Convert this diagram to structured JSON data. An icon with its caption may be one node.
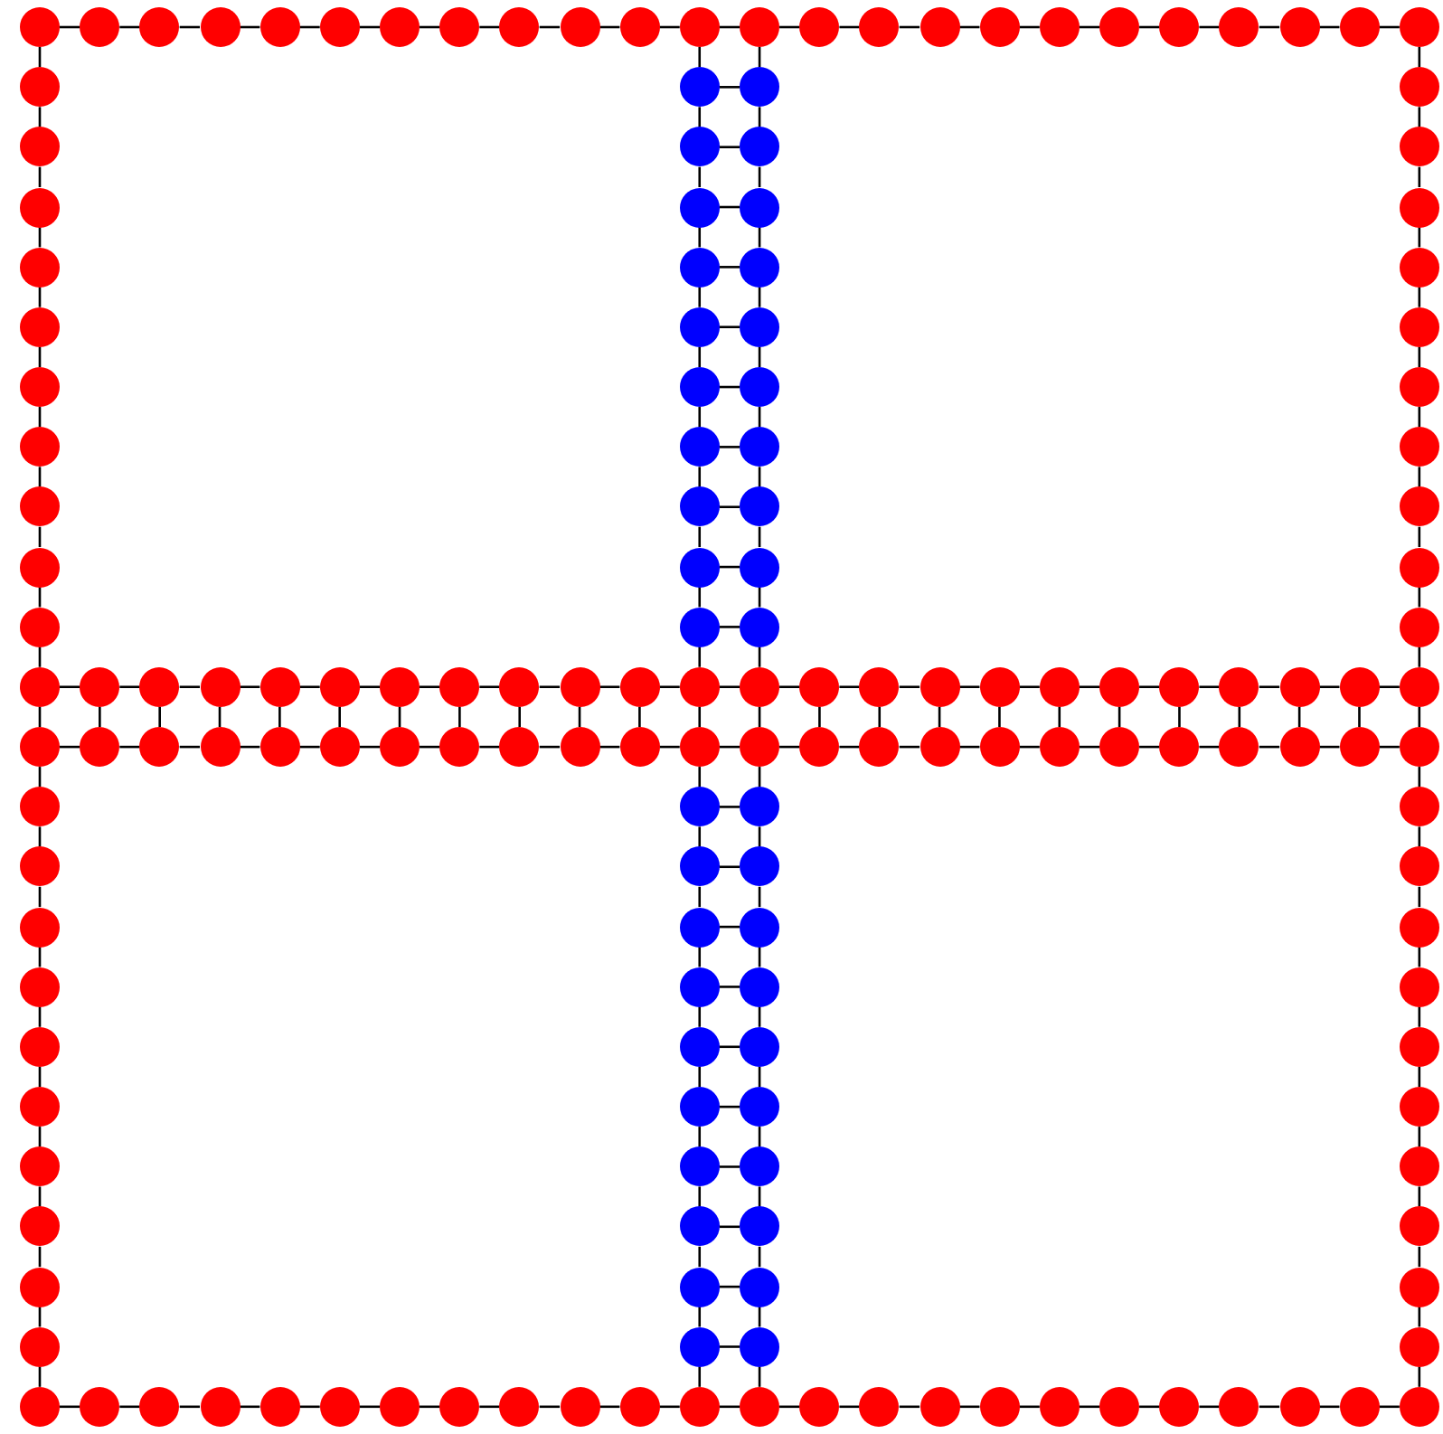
{
  "diagram": {
    "nodes": [
      {
        "text": [],
        "shape": "circle"
      },
      {
        "text": [],
        "shape": "circle"
      },
      {
        "text": [],
        "shape": "circle"
      },
      {
        "text": [],
        "shape": "circle"
      },
      {
        "text": [],
        "shape": "circle"
      },
      {
        "text": [],
        "shape": "circle"
      },
      {
        "text": [],
        "shape": "circle"
      },
      {
        "text": [],
        "shape": "circle"
      },
      {
        "text": [],
        "shape": "circle"
      },
      {
        "text": [],
        "shape": "circle"
      },
      {
        "text": [],
        "shape": "circle"
      },
      {
        "text": [],
        "shape": "circle"
      },
      {
        "text": [],
        "shape": "circle"
      },
      {
        "text": [],
        "shape": "circle"
      },
      {
        "text": [],
        "shape": "circle"
      },
      {
        "text": [],
        "shape": "circle"
      },
      {
        "text": [],
        "shape": "circle"
      },
      {
        "text": [],
        "shape": "circle"
      },
      {
        "text": [],
        "shape": "circle"
      },
      {
        "text": [],
        "shape": "circle"
      },
      {
        "text": [],
        "shape": "circle"
      },
      {
        "text": [],
        "shape": "circle"
      },
      {
        "text": [],
        "shape": "circle"
      },
      {
        "text": [],
        "shape": "circle"
      },
      {
        "text": [],
        "shape": "circle"
      },
      {
        "text": [],
        "shape": "circle"
      },
      {
        "text": [],
        "shape": "circle"
      },
      {
        "text": [],
        "shape": "circle"
      },
      {
        "text": [],
        "shape": "circle"
      },
      {
        "text": [],
        "shape": "circle"
      },
      {
        "text": [],
        "shape": "circle"
      },
      {
        "text": [],
        "shape": "circle"
      },
      {
        "text": [],
        "shape": "circle"
      },
      {
        "text": [],
        "shape": "circle"
      },
      {
        "text": [],
        "shape": "circle"
      },
      {
        "text": [],
        "shape": "circle"
      },
      {
        "text": [],
        "shape": "circle"
      },
      {
        "text": [],
        "shape": "circle"
      },
      {
        "text": [],
        "shape": "circle"
      },
      {
        "text": [],
        "shape": "circle"
      },
      {
        "text": [],
        "shape": "circle"
      },
      {
        "text": [],
        "shape": "circle"
      },
      {
        "text": [],
        "shape": "circle"
      },
      {
        "text": [],
        "shape": "circle"
      },
      {
        "text": [],
        "shape": "circle"
      },
      {
        "text": [],
        "shape": "circle"
      },
      {
        "text": [],
        "shape": "circle"
      },
      {
        "text": [],
        "shape": "circle"
      },
      {
        "text": [],
        "shape": "circle"
      },
      {
        "text": [],
        "shape": "circle"
      },
      {
        "text": [],
        "shape": "circle"
      },
      {
        "text": [],
        "shape": "circle"
      },
      {
        "text": [],
        "shape": "circle"
      },
      {
        "text": [],
        "shape": "circle"
      },
      {
        "text": [],
        "shape": "circle"
      },
      {
        "text": [],
        "shape": "circle"
      },
      {
        "text": [],
        "shape": "circle"
      },
      {
        "text": [],
        "shape": "circle"
      },
      {
        "text": [],
        "shape": "circle"
      },
      {
        "text": [],
        "shape": "circle"
      },
      {
        "text": [],
        "shape": "circle"
      },
      {
        "text": [],
        "shape": "circle"
      },
      {
        "text": [],
        "shape": "circle"
      },
      {
        "text": [],
        "shape": "circle"
      },
      {
        "text": [],
        "shape": "circle"
      },
      {
        "text": [],
        "shape": "circle"
      },
      {
        "text": [],
        "shape": "circle"
      },
      {
        "text": [],
        "shape": "circle"
      },
      {
        "text": [],
        "shape": "circle"
      },
      {
        "text": [],
        "shape": "circle"
      },
      {
        "text": [],
        "shape": "circle"
      },
      {
        "text": [],
        "shape": "circle"
      },
      {
        "text": [],
        "shape": "circle"
      },
      {
        "text": [],
        "shape": "circle"
      },
      {
        "text": [],
        "shape": "circle"
      },
      {
        "text": [],
        "shape": "circle"
      },
      {
        "text": [],
        "shape": "circle"
      },
      {
        "text": [],
        "shape": "circle"
      },
      {
        "text": [],
        "shape": "circle"
      },
      {
        "text": [],
        "shape": "circle"
      },
      {
        "text": [],
        "shape": "circle"
      },
      {
        "text": [],
        "shape": "circle"
      },
      {
        "text": [],
        "shape": "circle"
      },
      {
        "text": [],
        "shape": "circle"
      },
      {
        "text": [],
        "shape": "circle"
      },
      {
        "text": [],
        "shape": "circle"
      },
      {
        "text": [],
        "shape": "circle"
      },
      {
        "text": [],
        "shape": "circle"
      },
      {
        "text": [],
        "shape": "circle"
      },
      {
        "text": [],
        "shape": "circle"
      },
      {
        "text": [],
        "shape": "circle"
      },
      {
        "text": [],
        "shape": "circle"
      },
      {
        "text": [],
        "shape": "circle"
      },
      {
        "text": [],
        "shape": "circle"
      },
      {
        "text": [],
        "shape": "circle"
      },
      {
        "text": [],
        "shape": "circle"
      },
      {
        "text": [],
        "shape": "circle"
      },
      {
        "text": [],
        "shape": "circle"
      },
      {
        "text": [],
        "shape": "circle"
      },
      {
        "text": [],
        "shape": "circle"
      },
      {
        "text": [],
        "shape": "circle"
      },
      {
        "text": [],
        "shape": "circle"
      },
      {
        "text": [],
        "shape": "circle"
      },
      {
        "text": [],
        "shape": "circle"
      },
      {
        "text": [],
        "shape": "circle"
      },
      {
        "text": [],
        "shape": "circle"
      },
      {
        "text": [],
        "shape": "circle"
      },
      {
        "text": [],
        "shape": "circle"
      },
      {
        "text": [],
        "shape": "circle"
      },
      {
        "text": [],
        "shape": "circle"
      },
      {
        "text": [],
        "shape": "circle"
      },
      {
        "text": [],
        "shape": "circle"
      },
      {
        "text": [],
        "shape": "circle"
      },
      {
        "text": [],
        "shape": "circle"
      },
      {
        "text": [],
        "shape": "circle"
      },
      {
        "text": [],
        "shape": "circle"
      },
      {
        "text": [],
        "shape": "circle"
      },
      {
        "text": [],
        "shape": "circle"
      },
      {
        "text": [],
        "shape": "circle"
      },
      {
        "text": [],
        "shape": "circle"
      },
      {
        "text": [],
        "shape": "circle"
      },
      {
        "text": [],
        "shape": "circle"
      },
      {
        "text": [],
        "shape": "circle"
      },
      {
        "text": [],
        "shape": "circle"
      },
      {
        "text": [],
        "shape": "circle"
      },
      {
        "text": [],
        "shape": "circle"
      },
      {
        "text": [],
        "shape": "circle"
      },
      {
        "text": [],
        "shape": "circle"
      },
      {
        "text": [],
        "shape": "circle"
      },
      {
        "text": [],
        "shape": "circle"
      },
      {
        "text": [],
        "shape": "circle"
      },
      {
        "text": [],
        "shape": "circle"
      },
      {
        "text": [],
        "shape": "circle"
      },
      {
        "text": [],
        "shape": "circle"
      },
      {
        "text": [],
        "shape": "circle"
      },
      {
        "text": [],
        "shape": "circle"
      },
      {
        "text": [],
        "shape": "circle"
      },
      {
        "text": [],
        "shape": "circle"
      },
      {
        "text": [],
        "shape": "circle"
      },
      {
        "text": [],
        "shape": "circle"
      },
      {
        "text": [],
        "shape": "circle"
      },
      {
        "text": [],
        "shape": "circle"
      },
      {
        "text": [],
        "shape": "circle"
      },
      {
        "text": [],
        "shape": "circle"
      },
      {
        "text": [],
        "shape": "circle"
      },
      {
        "text": [],
        "shape": "circle"
      },
      {
        "text": [],
        "shape": "circle"
      },
      {
        "text": [],
        "shape": "circle"
      },
      {
        "text": [],
        "shape": "circle"
      },
      {
        "text": [],
        "shape": "circle"
      },
      {
        "text": [],
        "shape": "circle"
      },
      {
        "text": [],
        "shape": "circle"
      },
      {
        "text": [],
        "shape": "circle"
      },
      {
        "text": [],
        "shape": "circle"
      },
      {
        "text": [],
        "shape": "circle"
      },
      {
        "text": [],
        "shape": "circle"
      },
      {
        "text": [],
        "shape": "circle"
      },
      {
        "text": [],
        "shape": "circle"
      },
      {
        "text": [],
        "shape": "circle"
      },
      {
        "text": [],
        "shape": "circle"
      },
      {
        "text": [],
        "shape": "circle"
      },
      {
        "text": [],
        "shape": "circle"
      },
      {
        "text": [],
        "shape": "circle"
      },
      {
        "text": [],
        "shape": "circle"
      },
      {
        "text": [],
        "shape": "circle"
      },
      {
        "text": [],
        "shape": "circle"
      },
      {
        "text": [],
        "shape": "circle"
      },
      {
        "text": [],
        "shape": "circle"
      },
      {
        "text": [],
        "shape": "circle"
      },
      {
        "text": [],
        "shape": "circle"
      },
      {
        "text": [],
        "shape": "circle"
      },
      {
        "text": [],
        "shape": "circle"
      },
      {
        "text": [],
        "shape": "circle"
      },
      {
        "text": [],
        "shape": "circle"
      },
      {
        "text": [],
        "shape": "circle"
      },
      {
        "text": [],
        "shape": "circle"
      }
    ],
    "edges": [
      {
        "from": 0,
        "to": 1,
        "arrow": "none"
      },
      {
        "from": 1,
        "to": 2,
        "arrow": "none"
      },
      {
        "from": 2,
        "to": 3,
        "arrow": "none"
      },
      {
        "from": 3,
        "to": 4,
        "arrow": "none"
      },
      {
        "from": 4,
        "to": 5,
        "arrow": "none"
      },
      {
        "from": 5,
        "to": 6,
        "arrow": "none"
      },
      {
        "from": 6,
        "to": 7,
        "arrow": "none"
      },
      {
        "from": 7,
        "to": 8,
        "arrow": "none"
      },
      {
        "from": 8,
        "to": 9,
        "arrow": "none"
      },
      {
        "from": 9,
        "to": 10,
        "arrow": "none"
      },
      {
        "from": 10,
        "to": 11,
        "arrow": "none"
      },
      {
        "from": 11,
        "to": 12,
        "arrow": "none"
      },
      {
        "from": 12,
        "to": 13,
        "arrow": "none"
      },
      {
        "from": 13,
        "to": 14,
        "arrow": "none"
      },
      {
        "from": 14,
        "to": 15,
        "arrow": "none"
      },
      {
        "from": 15,
        "to": 16,
        "arrow": "none"
      },
      {
        "from": 16,
        "to": 17,
        "arrow": "none"
      },
      {
        "from": 17,
        "to": 18,
        "arrow": "none"
      },
      {
        "from": 18,
        "to": 19,
        "arrow": "none"
      },
      {
        "from": 19,
        "to": 20,
        "arrow": "none"
      },
      {
        "from": 20,
        "to": 21,
        "arrow": "none"
      },
      {
        "from": 21,
        "to": 22,
        "arrow": "none"
      },
      {
        "from": 22,
        "to": 23,
        "arrow": "none"
      },
      {
        "from": 64,
        "to": 65,
        "arrow": "none"
      },
      {
        "from": 65,
        "to": 66,
        "arrow": "none"
      },
      {
        "from": 66,
        "to": 67,
        "arrow": "none"
      },
      {
        "from": 67,
        "to": 68,
        "arrow": "none"
      },
      {
        "from": 68,
        "to": 69,
        "arrow": "none"
      },
      {
        "from": 69,
        "to": 70,
        "arrow": "none"
      },
      {
        "from": 70,
        "to": 71,
        "arrow": "none"
      },
      {
        "from": 71,
        "to": 72,
        "arrow": "none"
      },
      {
        "from": 72,
        "to": 73,
        "arrow": "none"
      },
      {
        "from": 73,
        "to": 74,
        "arrow": "none"
      },
      {
        "from": 74,
        "to": 75,
        "arrow": "none"
      },
      {
        "from": 75,
        "to": 76,
        "arrow": "none"
      },
      {
        "from": 76,
        "to": 77,
        "arrow": "none"
      },
      {
        "from": 77,
        "to": 78,
        "arrow": "none"
      },
      {
        "from": 78,
        "to": 79,
        "arrow": "none"
      },
      {
        "from": 79,
        "to": 80,
        "arrow": "none"
      },
      {
        "from": 80,
        "to": 81,
        "arrow": "none"
      },
      {
        "from": 81,
        "to": 82,
        "arrow": "none"
      },
      {
        "from": 82,
        "to": 83,
        "arrow": "none"
      },
      {
        "from": 83,
        "to": 84,
        "arrow": "none"
      },
      {
        "from": 84,
        "to": 85,
        "arrow": "none"
      },
      {
        "from": 85,
        "to": 86,
        "arrow": "none"
      },
      {
        "from": 86,
        "to": 87,
        "arrow": "none"
      },
      {
        "from": 88,
        "to": 89,
        "arrow": "none"
      },
      {
        "from": 89,
        "to": 90,
        "arrow": "none"
      },
      {
        "from": 90,
        "to": 91,
        "arrow": "none"
      },
      {
        "from": 91,
        "to": 92,
        "arrow": "none"
      },
      {
        "from": 92,
        "to": 93,
        "arrow": "none"
      },
      {
        "from": 93,
        "to": 94,
        "arrow": "none"
      },
      {
        "from": 94,
        "to": 95,
        "arrow": "none"
      },
      {
        "from": 95,
        "to": 96,
        "arrow": "none"
      },
      {
        "from": 96,
        "to": 97,
        "arrow": "none"
      },
      {
        "from": 97,
        "to": 98,
        "arrow": "none"
      },
      {
        "from": 98,
        "to": 99,
        "arrow": "none"
      },
      {
        "from": 99,
        "to": 100,
        "arrow": "none"
      },
      {
        "from": 100,
        "to": 101,
        "arrow": "none"
      },
      {
        "from": 101,
        "to": 102,
        "arrow": "none"
      },
      {
        "from": 102,
        "to": 103,
        "arrow": "none"
      },
      {
        "from": 103,
        "to": 104,
        "arrow": "none"
      },
      {
        "from": 104,
        "to": 105,
        "arrow": "none"
      },
      {
        "from": 105,
        "to": 106,
        "arrow": "none"
      },
      {
        "from": 106,
        "to": 107,
        "arrow": "none"
      },
      {
        "from": 107,
        "to": 108,
        "arrow": "none"
      },
      {
        "from": 108,
        "to": 109,
        "arrow": "none"
      },
      {
        "from": 109,
        "to": 110,
        "arrow": "none"
      },
      {
        "from": 110,
        "to": 111,
        "arrow": "none"
      },
      {
        "from": 152,
        "to": 153,
        "arrow": "none"
      },
      {
        "from": 153,
        "to": 154,
        "arrow": "none"
      },
      {
        "from": 154,
        "to": 155,
        "arrow": "none"
      },
      {
        "from": 155,
        "to": 156,
        "arrow": "none"
      },
      {
        "from": 156,
        "to": 157,
        "arrow": "none"
      },
      {
        "from": 157,
        "to": 158,
        "arrow": "none"
      },
      {
        "from": 158,
        "to": 159,
        "arrow": "none"
      },
      {
        "from": 159,
        "to": 160,
        "arrow": "none"
      },
      {
        "from": 160,
        "to": 161,
        "arrow": "none"
      },
      {
        "from": 161,
        "to": 162,
        "arrow": "none"
      },
      {
        "from": 162,
        "to": 163,
        "arrow": "none"
      },
      {
        "from": 163,
        "to": 164,
        "arrow": "none"
      },
      {
        "from": 164,
        "to": 165,
        "arrow": "none"
      },
      {
        "from": 165,
        "to": 166,
        "arrow": "none"
      },
      {
        "from": 166,
        "to": 167,
        "arrow": "none"
      },
      {
        "from": 167,
        "to": 168,
        "arrow": "none"
      },
      {
        "from": 168,
        "to": 169,
        "arrow": "none"
      },
      {
        "from": 169,
        "to": 170,
        "arrow": "none"
      },
      {
        "from": 170,
        "to": 171,
        "arrow": "none"
      },
      {
        "from": 171,
        "to": 172,
        "arrow": "none"
      },
      {
        "from": 172,
        "to": 173,
        "arrow": "none"
      },
      {
        "from": 173,
        "to": 174,
        "arrow": "none"
      },
      {
        "from": 174,
        "to": 175,
        "arrow": "none"
      },
      {
        "from": 0,
        "to": 24,
        "arrow": "none"
      },
      {
        "from": 24,
        "to": 28,
        "arrow": "none"
      },
      {
        "from": 28,
        "to": 32,
        "arrow": "none"
      },
      {
        "from": 32,
        "to": 36,
        "arrow": "none"
      },
      {
        "from": 36,
        "to": 40,
        "arrow": "none"
      },
      {
        "from": 40,
        "to": 44,
        "arrow": "none"
      },
      {
        "from": 44,
        "to": 48,
        "arrow": "none"
      },
      {
        "from": 48,
        "to": 52,
        "arrow": "none"
      },
      {
        "from": 52,
        "to": 56,
        "arrow": "none"
      },
      {
        "from": 56,
        "to": 60,
        "arrow": "none"
      },
      {
        "from": 60,
        "to": 64,
        "arrow": "none"
      },
      {
        "from": 64,
        "to": 88,
        "arrow": "none"
      },
      {
        "from": 88,
        "to": 112,
        "arrow": "none"
      },
      {
        "from": 112,
        "to": 116,
        "arrow": "none"
      },
      {
        "from": 116,
        "to": 120,
        "arrow": "none"
      },
      {
        "from": 120,
        "to": 124,
        "arrow": "none"
      },
      {
        "from": 124,
        "to": 128,
        "arrow": "none"
      },
      {
        "from": 128,
        "to": 132,
        "arrow": "none"
      },
      {
        "from": 132,
        "to": 136,
        "arrow": "none"
      },
      {
        "from": 136,
        "to": 140,
        "arrow": "none"
      },
      {
        "from": 140,
        "to": 144,
        "arrow": "none"
      },
      {
        "from": 144,
        "to": 148,
        "arrow": "none"
      },
      {
        "from": 148,
        "to": 152,
        "arrow": "none"
      },
      {
        "from": 11,
        "to": 25,
        "arrow": "none"
      },
      {
        "from": 25,
        "to": 29,
        "arrow": "none"
      },
      {
        "from": 29,
        "to": 33,
        "arrow": "none"
      },
      {
        "from": 33,
        "to": 37,
        "arrow": "none"
      },
      {
        "from": 37,
        "to": 41,
        "arrow": "none"
      },
      {
        "from": 41,
        "to": 45,
        "arrow": "none"
      },
      {
        "from": 45,
        "to": 49,
        "arrow": "none"
      },
      {
        "from": 49,
        "to": 53,
        "arrow": "none"
      },
      {
        "from": 53,
        "to": 57,
        "arrow": "none"
      },
      {
        "from": 57,
        "to": 61,
        "arrow": "none"
      },
      {
        "from": 61,
        "to": 75,
        "arrow": "none"
      },
      {
        "from": 75,
        "to": 99,
        "arrow": "none"
      },
      {
        "from": 99,
        "to": 113,
        "arrow": "none"
      },
      {
        "from": 113,
        "to": 117,
        "arrow": "none"
      },
      {
        "from": 117,
        "to": 121,
        "arrow": "none"
      },
      {
        "from": 121,
        "to": 125,
        "arrow": "none"
      },
      {
        "from": 125,
        "to": 129,
        "arrow": "none"
      },
      {
        "from": 129,
        "to": 133,
        "arrow": "none"
      },
      {
        "from": 133,
        "to": 137,
        "arrow": "none"
      },
      {
        "from": 137,
        "to": 141,
        "arrow": "none"
      },
      {
        "from": 141,
        "to": 145,
        "arrow": "none"
      },
      {
        "from": 145,
        "to": 149,
        "arrow": "none"
      },
      {
        "from": 149,
        "to": 163,
        "arrow": "none"
      },
      {
        "from": 12,
        "to": 26,
        "arrow": "none"
      },
      {
        "from": 26,
        "to": 30,
        "arrow": "none"
      },
      {
        "from": 30,
        "to": 34,
        "arrow": "none"
      },
      {
        "from": 34,
        "to": 38,
        "arrow": "none"
      },
      {
        "from": 38,
        "to": 42,
        "arrow": "none"
      },
      {
        "from": 42,
        "to": 46,
        "arrow": "none"
      },
      {
        "from": 46,
        "to": 50,
        "arrow": "none"
      },
      {
        "from": 50,
        "to": 54,
        "arrow": "none"
      },
      {
        "from": 54,
        "to": 58,
        "arrow": "none"
      },
      {
        "from": 58,
        "to": 62,
        "arrow": "none"
      },
      {
        "from": 62,
        "to": 76,
        "arrow": "none"
      },
      {
        "from": 76,
        "to": 100,
        "arrow": "none"
      },
      {
        "from": 100,
        "to": 114,
        "arrow": "none"
      },
      {
        "from": 114,
        "to": 118,
        "arrow": "none"
      },
      {
        "from": 118,
        "to": 122,
        "arrow": "none"
      },
      {
        "from": 122,
        "to": 126,
        "arrow": "none"
      },
      {
        "from": 126,
        "to": 130,
        "arrow": "none"
      },
      {
        "from": 130,
        "to": 134,
        "arrow": "none"
      },
      {
        "from": 134,
        "to": 138,
        "arrow": "none"
      },
      {
        "from": 138,
        "to": 142,
        "arrow": "none"
      },
      {
        "from": 142,
        "to": 146,
        "arrow": "none"
      },
      {
        "from": 146,
        "to": 150,
        "arrow": "none"
      },
      {
        "from": 150,
        "to": 164,
        "arrow": "none"
      },
      {
        "from": 23,
        "to": 27,
        "arrow": "none"
      },
      {
        "from": 27,
        "to": 31,
        "arrow": "none"
      },
      {
        "from": 31,
        "to": 35,
        "arrow": "none"
      },
      {
        "from": 35,
        "to": 39,
        "arrow": "none"
      },
      {
        "from": 39,
        "to": 43,
        "arrow": "none"
      },
      {
        "from": 43,
        "to": 47,
        "arrow": "none"
      },
      {
        "from": 47,
        "to": 51,
        "arrow": "none"
      },
      {
        "from": 51,
        "to": 55,
        "arrow": "none"
      },
      {
        "from": 55,
        "to": 59,
        "arrow": "none"
      },
      {
        "from": 59,
        "to": 63,
        "arrow": "none"
      },
      {
        "from": 63,
        "to": 87,
        "arrow": "none"
      },
      {
        "from": 87,
        "to": 111,
        "arrow": "none"
      },
      {
        "from": 111,
        "to": 115,
        "arrow": "none"
      },
      {
        "from": 115,
        "to": 119,
        "arrow": "none"
      },
      {
        "from": 119,
        "to": 123,
        "arrow": "none"
      },
      {
        "from": 123,
        "to": 127,
        "arrow": "none"
      },
      {
        "from": 127,
        "to": 131,
        "arrow": "none"
      },
      {
        "from": 131,
        "to": 135,
        "arrow": "none"
      },
      {
        "from": 135,
        "to": 139,
        "arrow": "none"
      },
      {
        "from": 139,
        "to": 143,
        "arrow": "none"
      },
      {
        "from": 143,
        "to": 147,
        "arrow": "none"
      },
      {
        "from": 147,
        "to": 151,
        "arrow": "none"
      },
      {
        "from": 151,
        "to": 175,
        "arrow": "none"
      },
      {
        "from": 25,
        "to": 26,
        "arrow": "none"
      },
      {
        "from": 29,
        "to": 30,
        "arrow": "none"
      },
      {
        "from": 33,
        "to": 34,
        "arrow": "none"
      },
      {
        "from": 37,
        "to": 38,
        "arrow": "none"
      },
      {
        "from": 41,
        "to": 42,
        "arrow": "none"
      },
      {
        "from": 45,
        "to": 46,
        "arrow": "none"
      },
      {
        "from": 49,
        "to": 50,
        "arrow": "none"
      },
      {
        "from": 53,
        "to": 54,
        "arrow": "none"
      },
      {
        "from": 57,
        "to": 58,
        "arrow": "none"
      },
      {
        "from": 61,
        "to": 62,
        "arrow": "none"
      },
      {
        "from": 113,
        "to": 114,
        "arrow": "none"
      },
      {
        "from": 117,
        "to": 118,
        "arrow": "none"
      },
      {
        "from": 121,
        "to": 122,
        "arrow": "none"
      },
      {
        "from": 125,
        "to": 126,
        "arrow": "none"
      },
      {
        "from": 129,
        "to": 130,
        "arrow": "none"
      },
      {
        "from": 133,
        "to": 134,
        "arrow": "none"
      },
      {
        "from": 137,
        "to": 138,
        "arrow": "none"
      },
      {
        "from": 141,
        "to": 142,
        "arrow": "none"
      },
      {
        "from": 145,
        "to": 146,
        "arrow": "none"
      },
      {
        "from": 149,
        "to": 150,
        "arrow": "none"
      },
      {
        "from": 65,
        "to": 89,
        "arrow": "none"
      },
      {
        "from": 66,
        "to": 90,
        "arrow": "none"
      },
      {
        "from": 67,
        "to": 91,
        "arrow": "none"
      },
      {
        "from": 68,
        "to": 92,
        "arrow": "none"
      },
      {
        "from": 69,
        "to": 93,
        "arrow": "none"
      },
      {
        "from": 70,
        "to": 94,
        "arrow": "none"
      },
      {
        "from": 71,
        "to": 95,
        "arrow": "none"
      },
      {
        "from": 72,
        "to": 96,
        "arrow": "none"
      },
      {
        "from": 73,
        "to": 97,
        "arrow": "none"
      },
      {
        "from": 74,
        "to": 98,
        "arrow": "none"
      },
      {
        "from": 77,
        "to": 101,
        "arrow": "none"
      },
      {
        "from": 78,
        "to": 102,
        "arrow": "none"
      },
      {
        "from": 79,
        "to": 103,
        "arrow": "none"
      },
      {
        "from": 80,
        "to": 104,
        "arrow": "none"
      },
      {
        "from": 81,
        "to": 105,
        "arrow": "none"
      },
      {
        "from": 82,
        "to": 106,
        "arrow": "none"
      },
      {
        "from": 83,
        "to": 107,
        "arrow": "none"
      },
      {
        "from": 84,
        "to": 108,
        "arrow": "none"
      },
      {
        "from": 85,
        "to": 109,
        "arrow": "none"
      },
      {
        "from": 86,
        "to": 110,
        "arrow": "none"
      }
    ]
  }
}
